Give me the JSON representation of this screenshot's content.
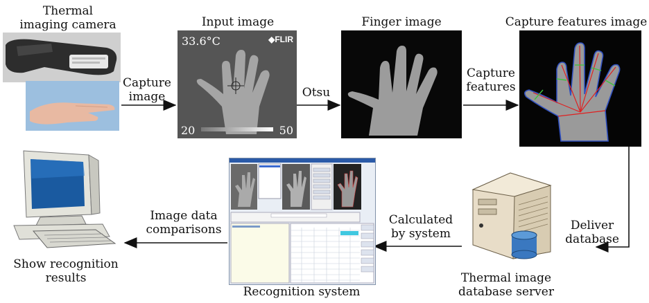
{
  "labels": {
    "thermal_camera_line1": "Thermal",
    "thermal_camera_line2": "imaging camera",
    "input_image_title": "Input image",
    "finger_image_title": "Finger image",
    "capture_features_image_title": "Capture features image",
    "capture_image_line1": "Capture",
    "capture_image_line2": "image",
    "otsu": "Otsu",
    "capture_features_line1": "Capture",
    "capture_features_line2": "features",
    "deliver_database_line1": "Deliver",
    "deliver_database_line2": "database",
    "calculated_by_system_line1": "Calculated",
    "calculated_by_system_line2": "by system",
    "image_data_comparisons_line1": "Image data",
    "image_data_comparisons_line2": "comparisons",
    "show_recognition_line1": "Show recognition",
    "show_recognition_line2": "results",
    "recognition_system": "Recognition system",
    "database_server_line1": "Thermal image",
    "database_server_line2": "database server"
  },
  "thermal_overlay": {
    "temperature": "33.6°C",
    "brand": "FLIR",
    "scale_min": "20",
    "scale_max": "50"
  },
  "colors": {
    "arrow": "#111111",
    "thermal_bg": "#5a5a5a",
    "hand_gray": "#a8a8a8",
    "feature_red": "#e02020",
    "feature_green": "#40c040",
    "feature_blue": "#3050c0",
    "db_cylinder": "#3a78c0"
  }
}
